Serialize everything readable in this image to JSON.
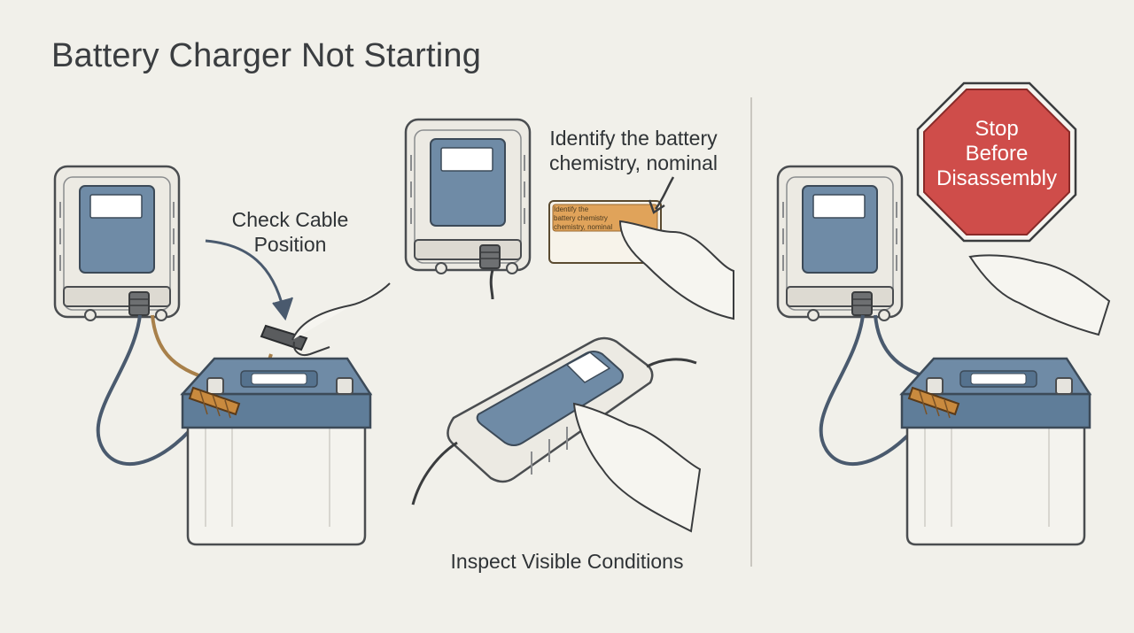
{
  "title": "Battery Charger Not Starting",
  "labels": {
    "check_cable": [
      "Check Cable",
      "Position"
    ],
    "identify": [
      "Identify the battery",
      "chemistry, nominal"
    ],
    "inspect": "Inspect Visible Conditions"
  },
  "card": {
    "lines": [
      "Identify the",
      "battery chemistry",
      "chemistry, nominal"
    ]
  },
  "stop_sign": {
    "lines": [
      "Stop",
      "Before",
      "Disassembly"
    ]
  },
  "colors": {
    "background": "#f1f0ea",
    "stop_red": "#cf4d4a",
    "screen_blue": "#6f8ba6",
    "battery_top": "#5f7d99",
    "clamp_orange": "#c98a3e",
    "card_orange": "#e0a35a"
  }
}
